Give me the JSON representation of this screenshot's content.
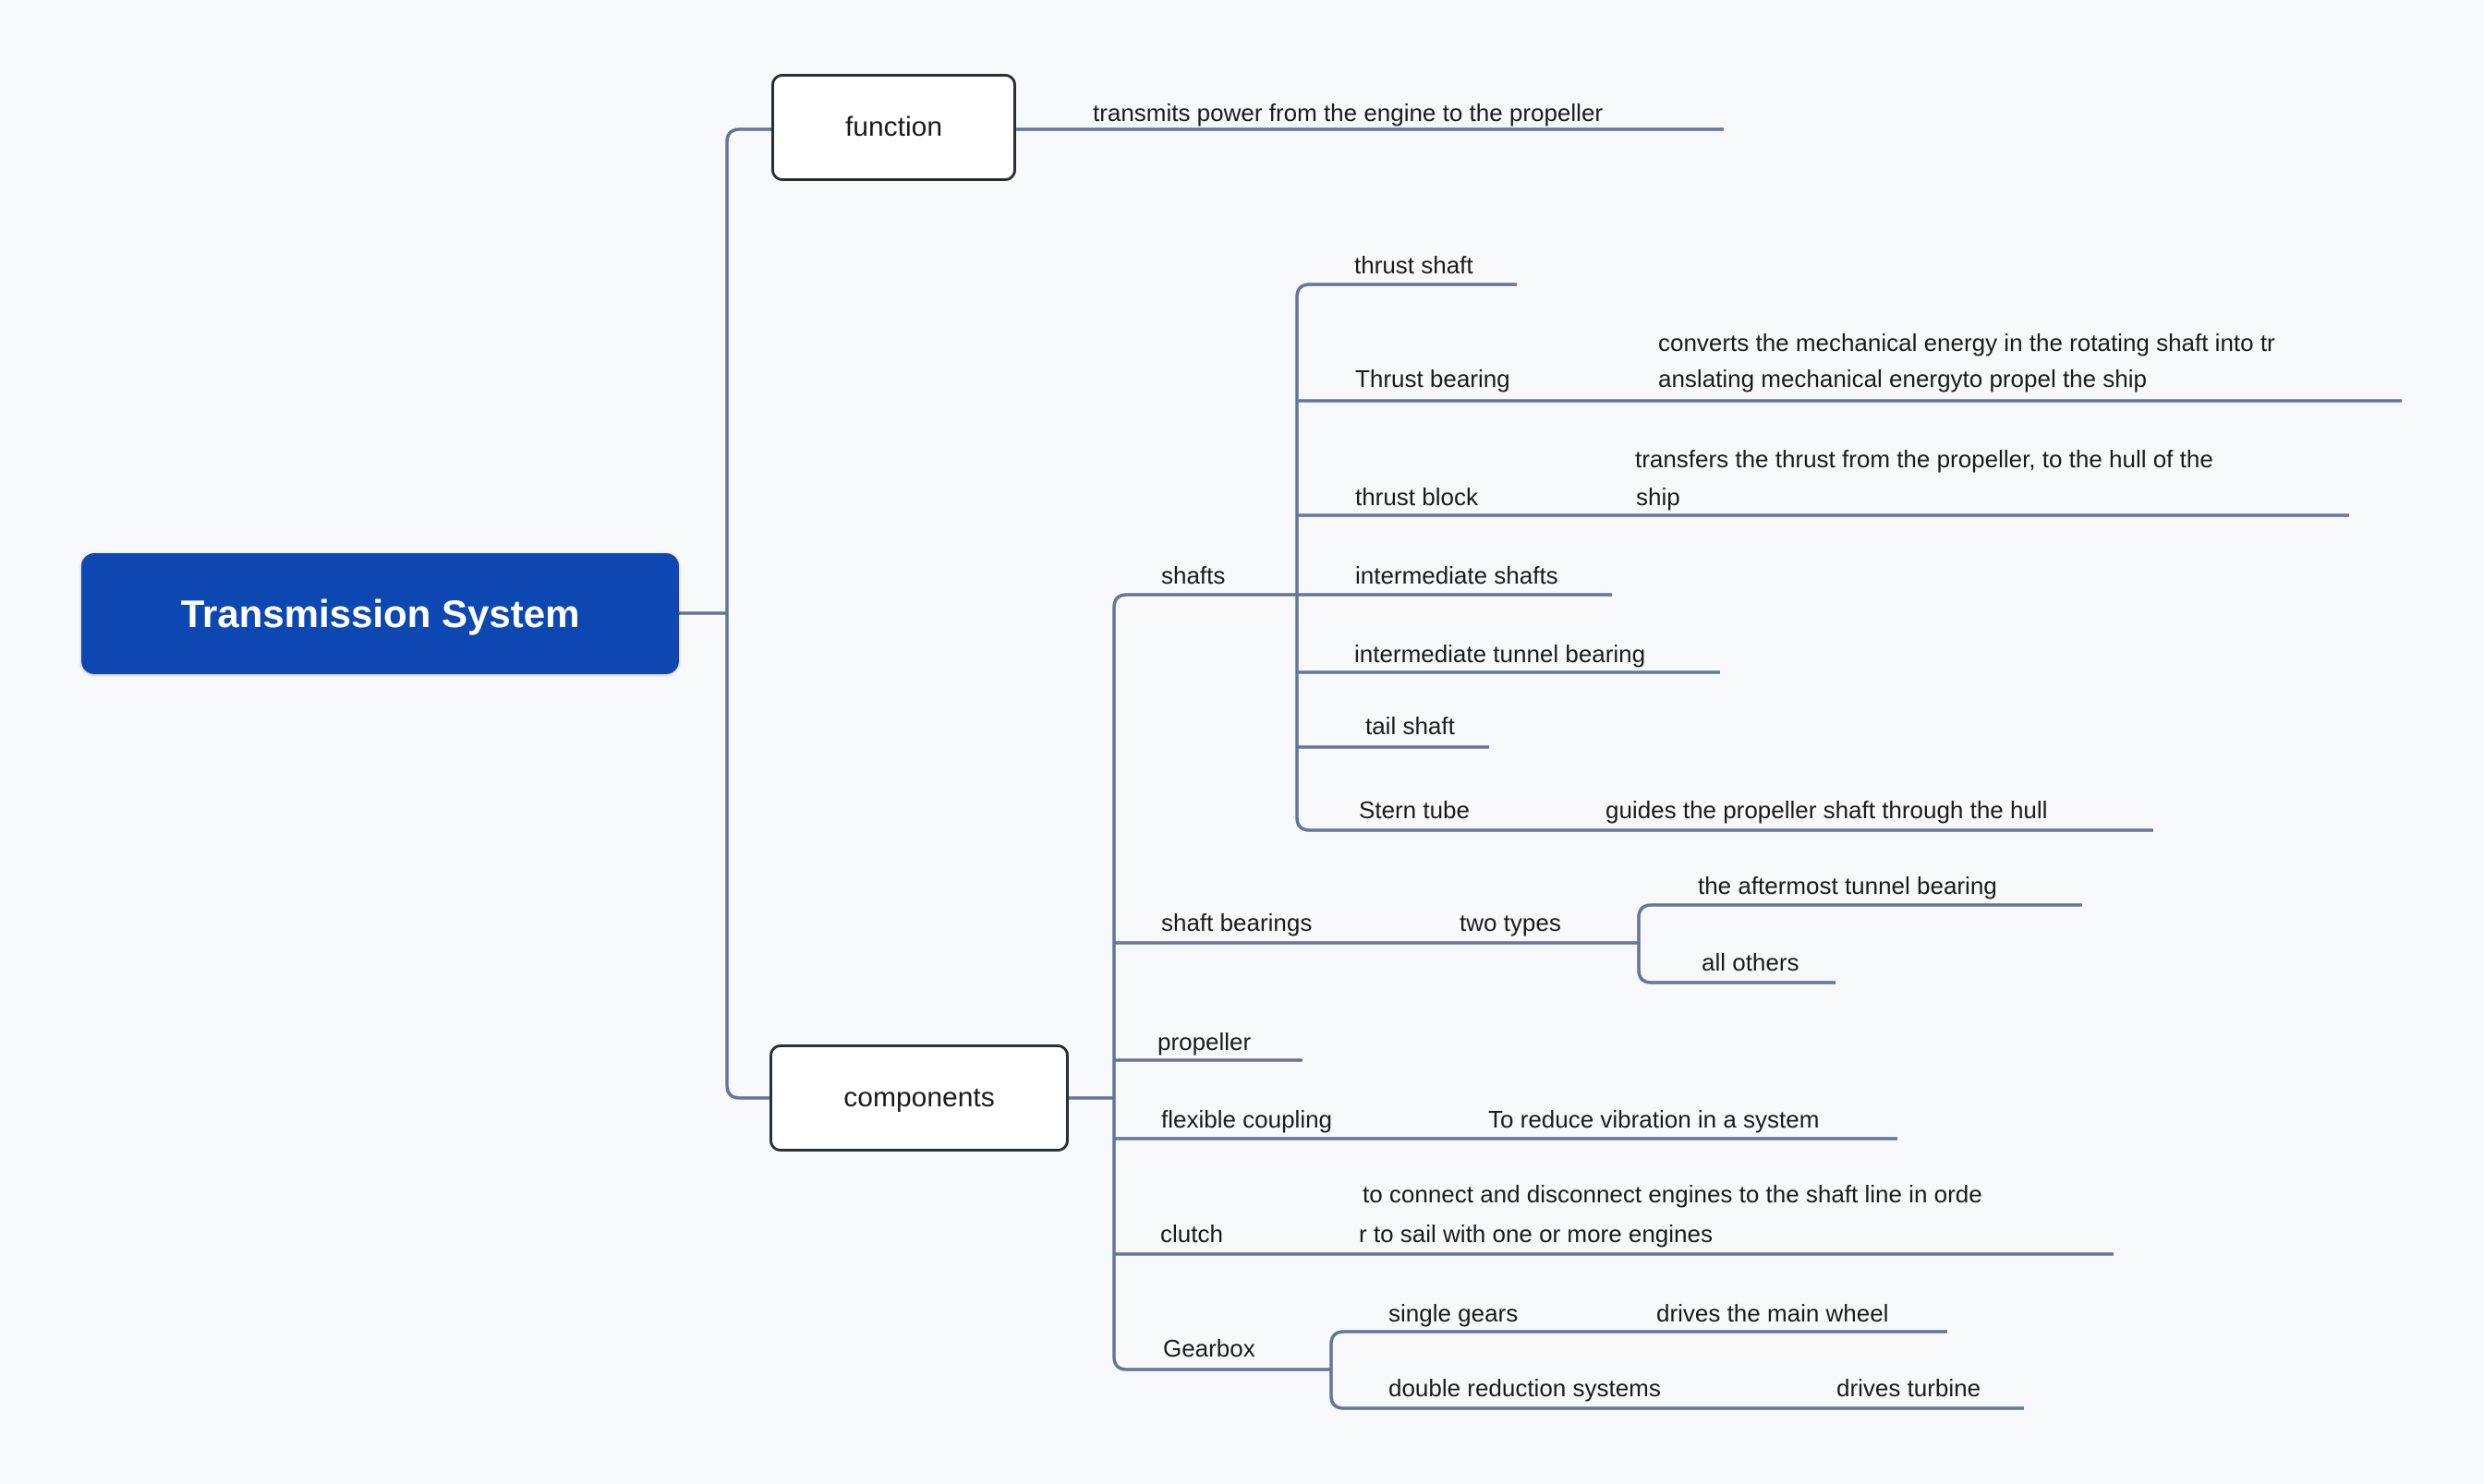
{
  "colors": {
    "background": "#f8f9fa",
    "line": "#64749a",
    "root_bg": "#0c47b2",
    "root_text": "#ffffff",
    "node_bg": "#ffffff",
    "node_border": "#2b2f33",
    "text": "#1b1b1b"
  },
  "root": {
    "label": "Transmission System"
  },
  "function_branch": {
    "label": "function",
    "note": "transmits power from the engine to the propeller"
  },
  "components_branch": {
    "label": "components",
    "shafts": {
      "label": "shafts",
      "thrust_shaft": {
        "label": "thrust shaft"
      },
      "thrust_bearing": {
        "label": "Thrust bearing",
        "note1": "converts the mechanical energy in the rotating shaft into tr",
        "note2": "anslating mechanical energyto propel the ship"
      },
      "thrust_block": {
        "label": "thrust block",
        "note1": "transfers the thrust from the propeller, to the hull of the",
        "note2": "ship"
      },
      "intermediate_shafts": {
        "label": "intermediate shafts"
      },
      "intermediate_tunnel_bearing": {
        "label": "intermediate tunnel bearing"
      },
      "tail_shaft": {
        "label": "tail shaft"
      },
      "stern_tube": {
        "label": "Stern tube",
        "note": "guides the propeller shaft through the hull"
      }
    },
    "shaft_bearings": {
      "label": "shaft bearings",
      "two_types": {
        "label": "two types",
        "aftermost": {
          "label": "the aftermost tunnel bearing"
        },
        "all_others": {
          "label": "all others"
        }
      }
    },
    "propeller": {
      "label": "propeller"
    },
    "flexible_coupling": {
      "label": "flexible coupling",
      "note": "To reduce vibration in a system"
    },
    "clutch": {
      "label": "clutch",
      "note1": "to connect and disconnect engines to the shaft line in orde",
      "note2": "r to sail with one or more engines"
    },
    "gearbox": {
      "label": "Gearbox",
      "single_gears": {
        "label": "single gears",
        "note": "drives the main wheel"
      },
      "double_reduction": {
        "label": "double reduction systems",
        "note": "drives turbine"
      }
    }
  }
}
